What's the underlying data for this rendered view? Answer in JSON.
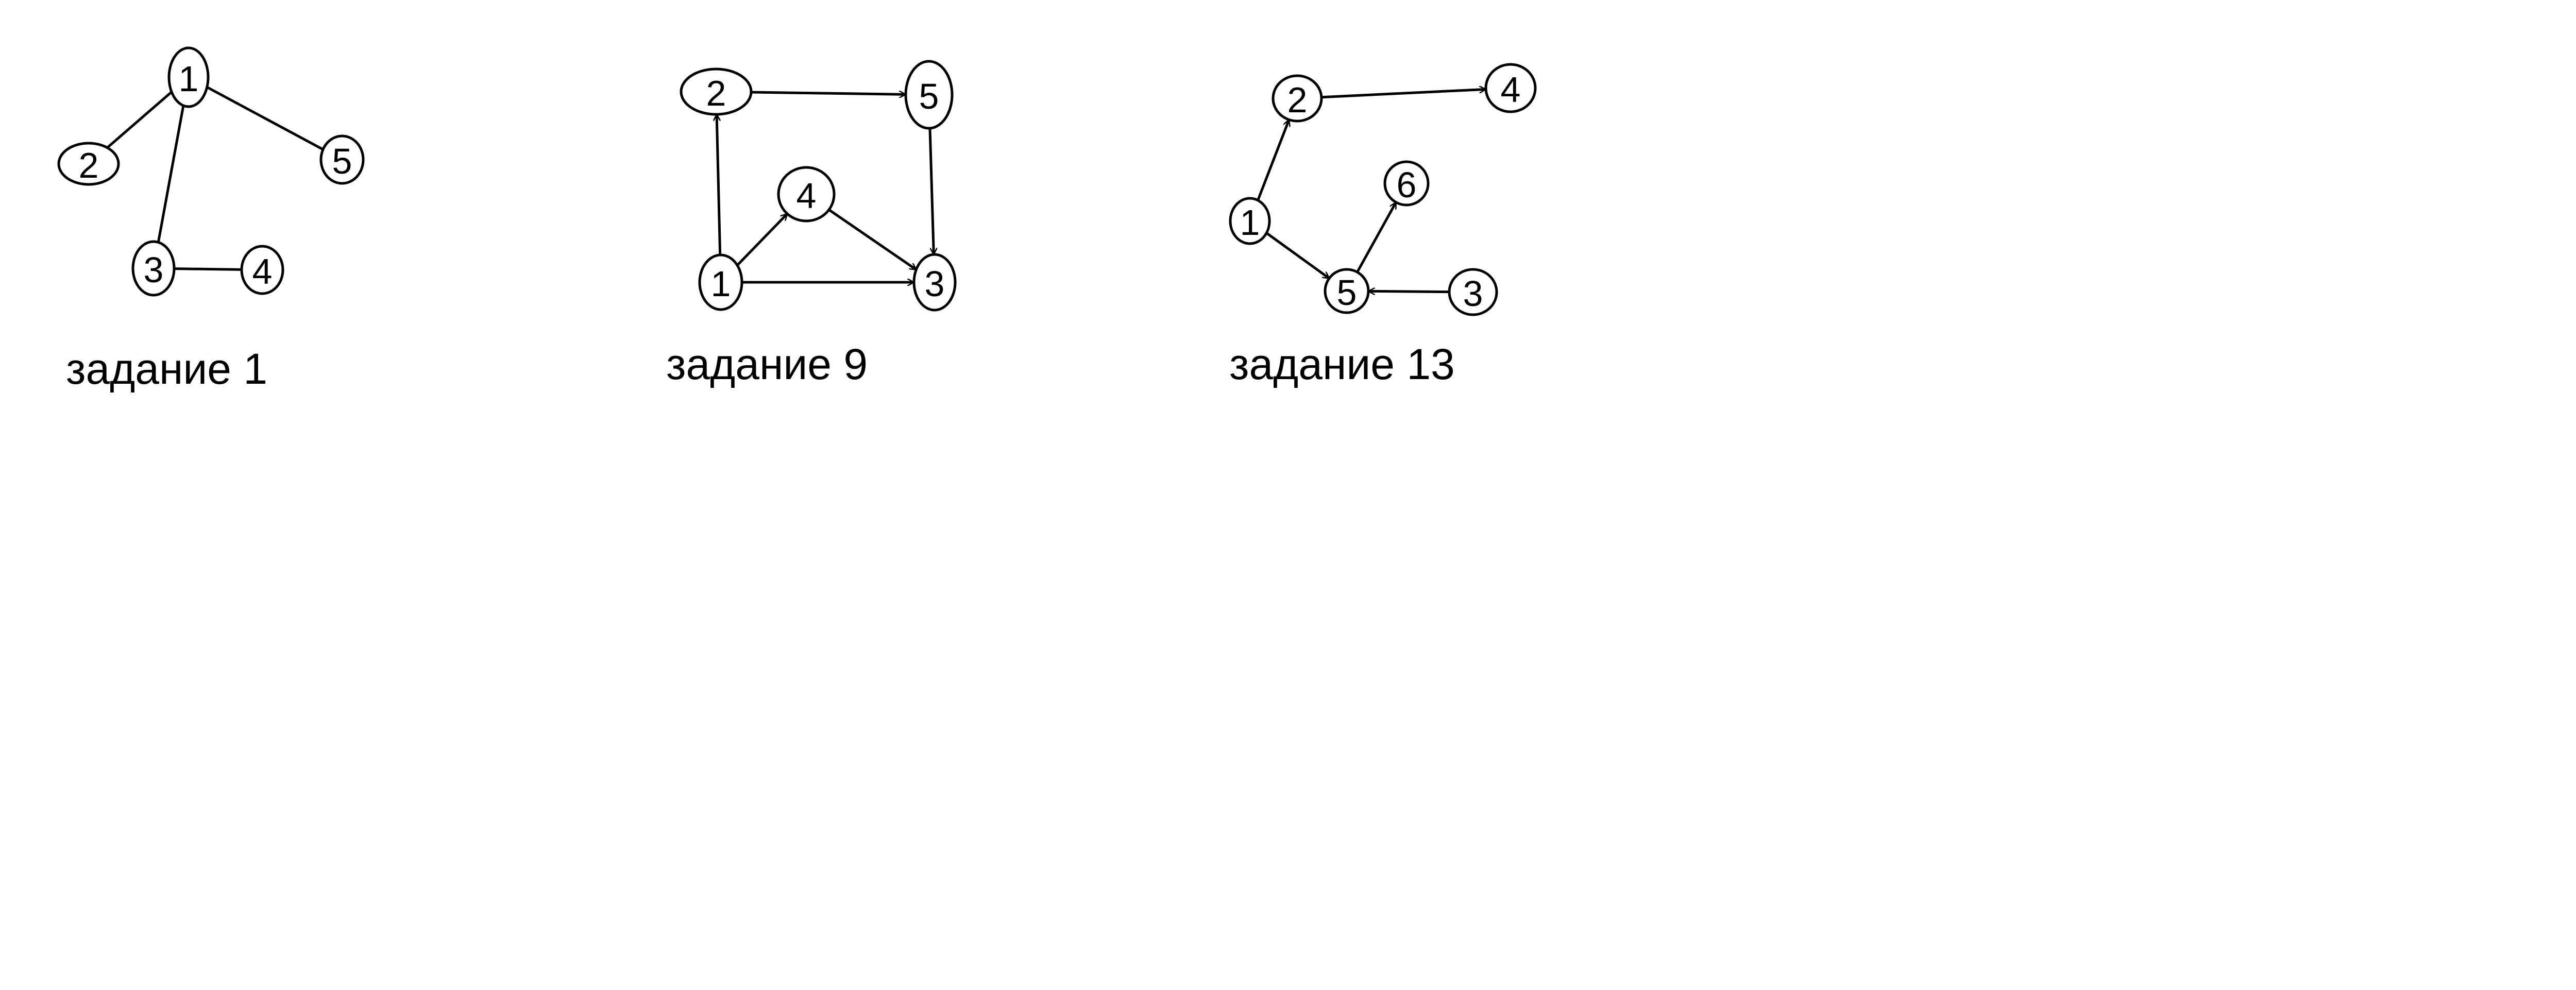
{
  "diagrams": [
    {
      "caption": "задание 1",
      "directed": false,
      "nodes": [
        {
          "id": "1",
          "label": "1"
        },
        {
          "id": "2",
          "label": "2"
        },
        {
          "id": "5",
          "label": "5"
        },
        {
          "id": "3",
          "label": "3"
        },
        {
          "id": "4",
          "label": "4"
        }
      ],
      "edges": [
        {
          "from": "1",
          "to": "2"
        },
        {
          "from": "1",
          "to": "5"
        },
        {
          "from": "1",
          "to": "3"
        },
        {
          "from": "3",
          "to": "4"
        }
      ]
    },
    {
      "caption": "задание 9",
      "directed": true,
      "nodes": [
        {
          "id": "2",
          "label": "2"
        },
        {
          "id": "5",
          "label": "5"
        },
        {
          "id": "4",
          "label": "4"
        },
        {
          "id": "1",
          "label": "1"
        },
        {
          "id": "3",
          "label": "3"
        }
      ],
      "edges": [
        {
          "from": "2",
          "to": "5"
        },
        {
          "from": "1",
          "to": "2"
        },
        {
          "from": "1",
          "to": "4"
        },
        {
          "from": "1",
          "to": "3"
        },
        {
          "from": "4",
          "to": "3"
        },
        {
          "from": "5",
          "to": "3"
        }
      ]
    },
    {
      "caption": "задание 13",
      "directed": true,
      "nodes": [
        {
          "id": "2",
          "label": "2"
        },
        {
          "id": "4",
          "label": "4"
        },
        {
          "id": "6",
          "label": "6"
        },
        {
          "id": "1",
          "label": "1"
        },
        {
          "id": "5",
          "label": "5"
        },
        {
          "id": "3",
          "label": "3"
        }
      ],
      "edges": [
        {
          "from": "1",
          "to": "2"
        },
        {
          "from": "2",
          "to": "4"
        },
        {
          "from": "1",
          "to": "5"
        },
        {
          "from": "5",
          "to": "6"
        },
        {
          "from": "3",
          "to": "5"
        }
      ]
    }
  ]
}
